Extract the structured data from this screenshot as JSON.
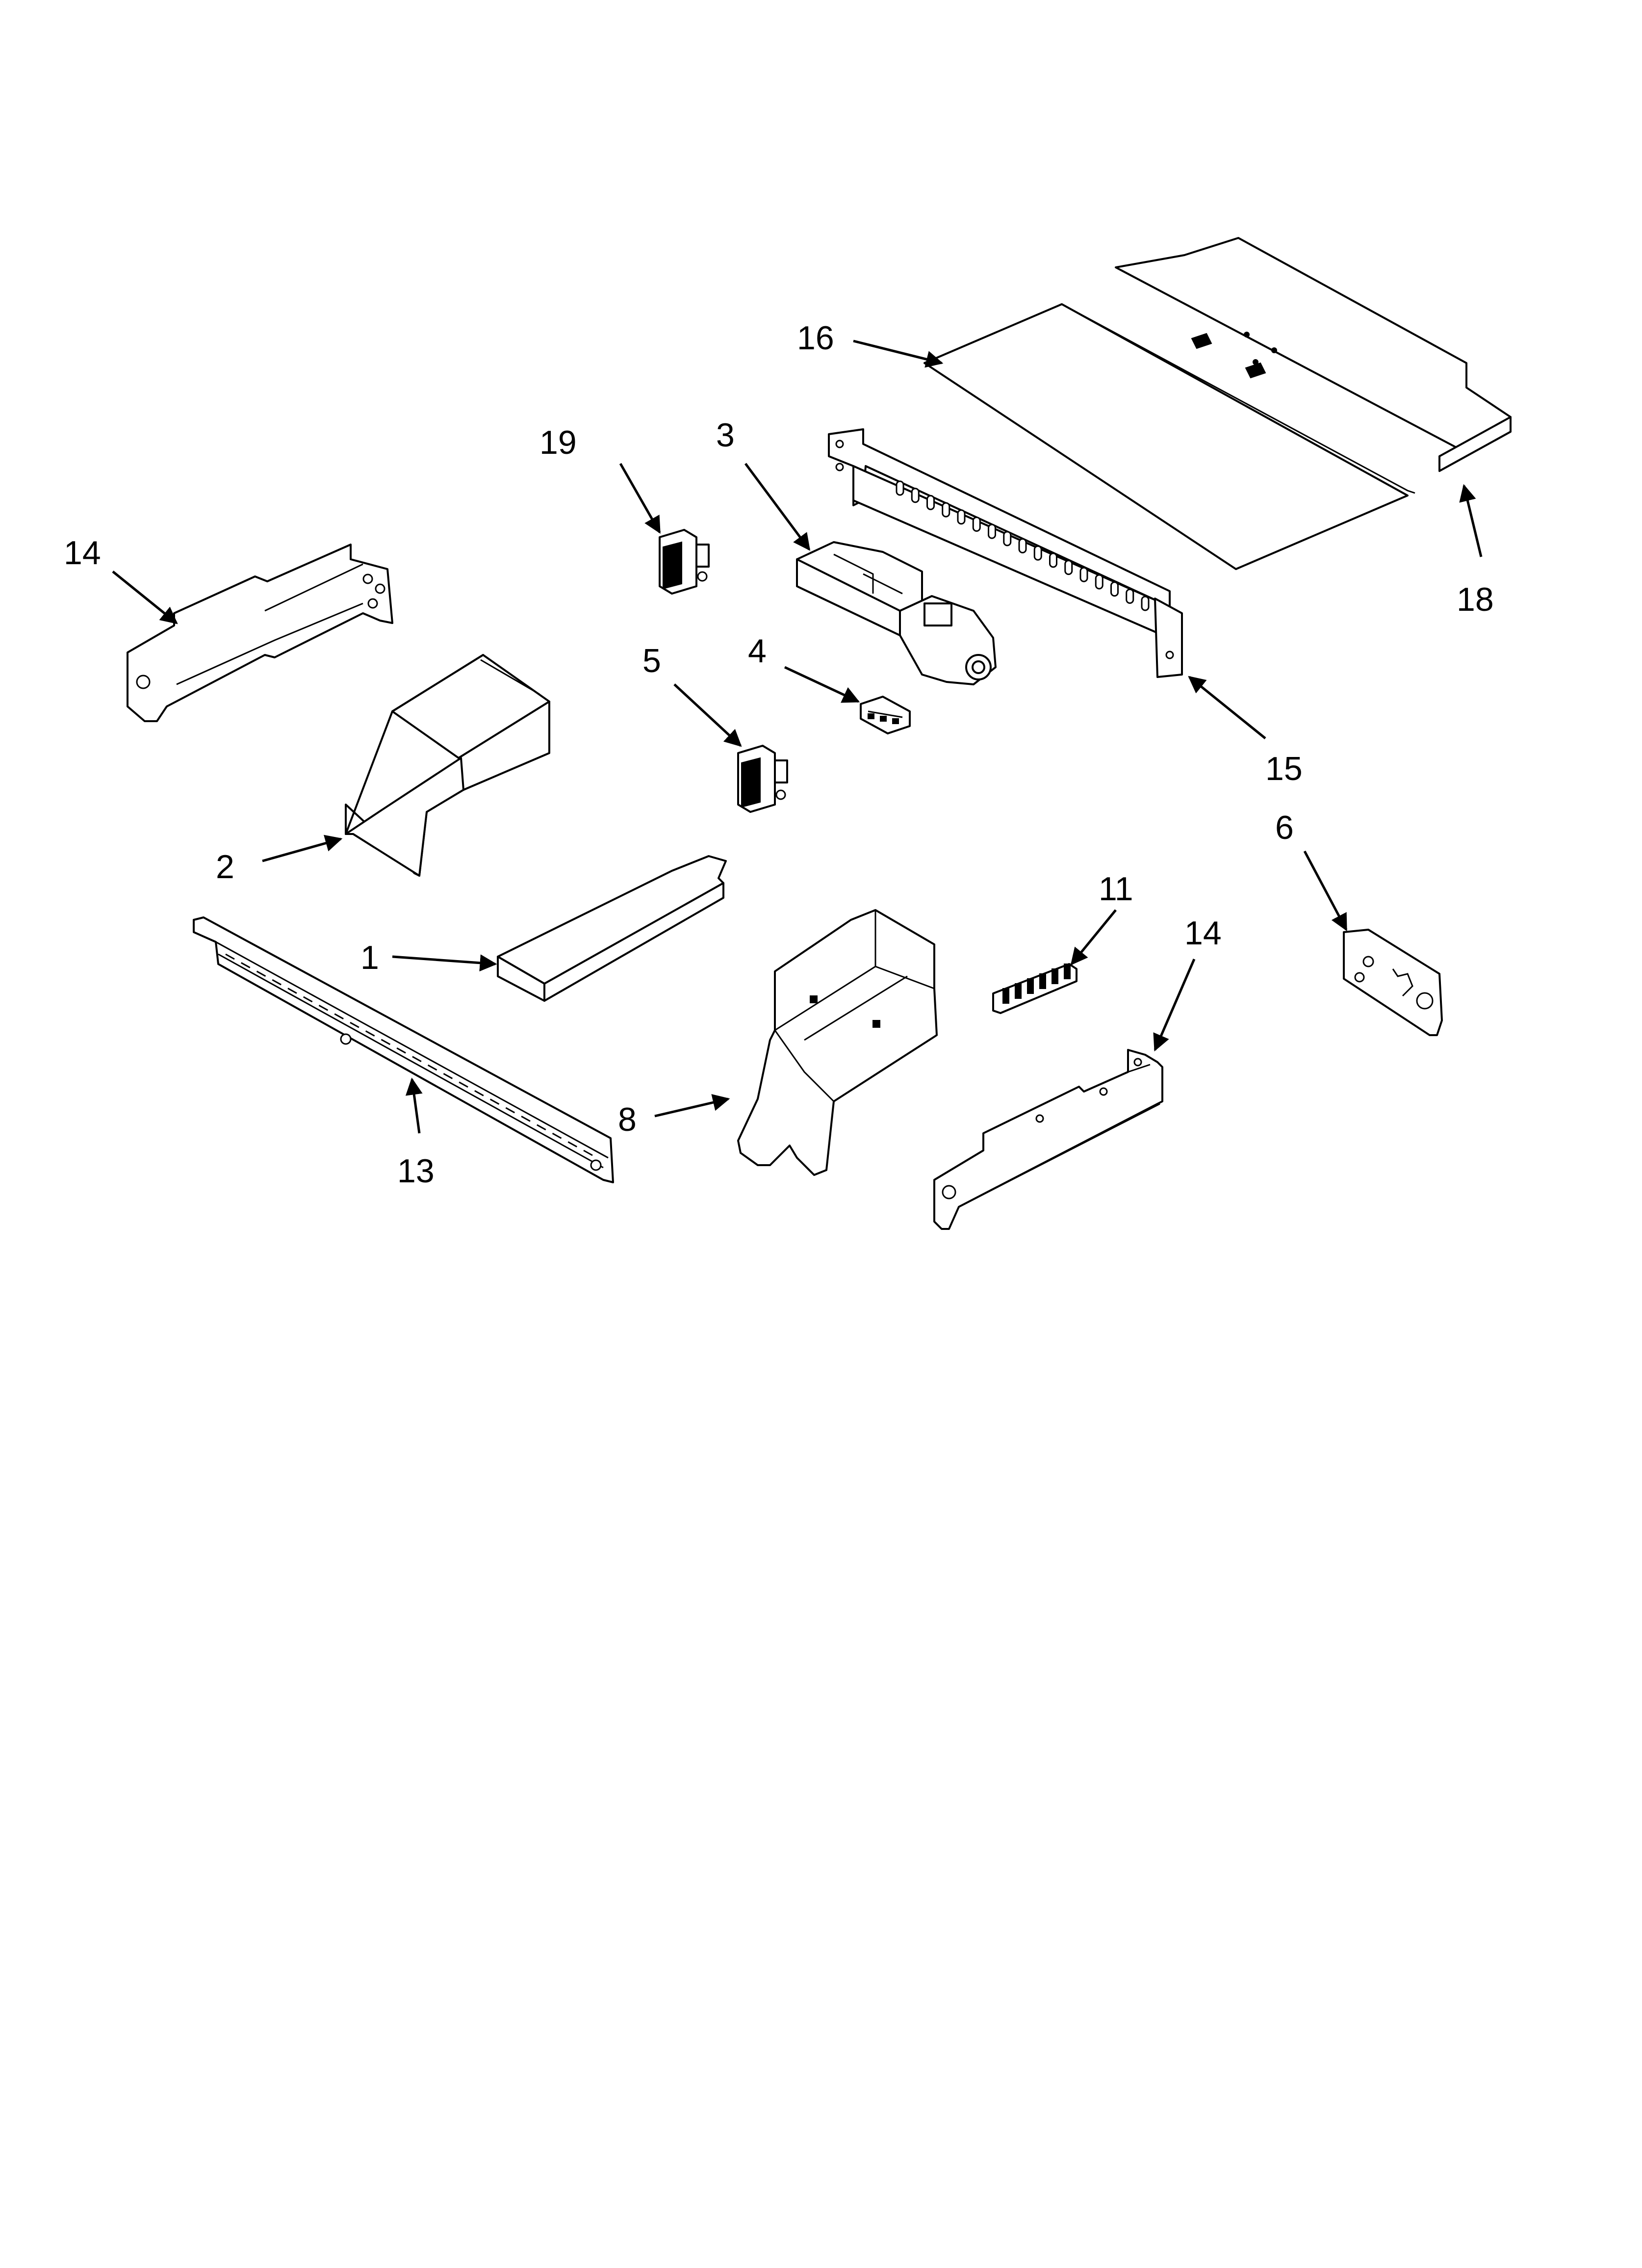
{
  "callouts": [
    {
      "id": "c16",
      "label": "16"
    },
    {
      "id": "c19",
      "label": "19"
    },
    {
      "id": "c3",
      "label": "3"
    },
    {
      "id": "c14a",
      "label": "14"
    },
    {
      "id": "c18",
      "label": "18"
    },
    {
      "id": "c5",
      "label": "5"
    },
    {
      "id": "c4",
      "label": "4"
    },
    {
      "id": "c15",
      "label": "15"
    },
    {
      "id": "c2",
      "label": "2"
    },
    {
      "id": "c6",
      "label": "6"
    },
    {
      "id": "c11",
      "label": "11"
    },
    {
      "id": "c14b",
      "label": "14"
    },
    {
      "id": "c1",
      "label": "1"
    },
    {
      "id": "c8",
      "label": "8"
    },
    {
      "id": "c13",
      "label": "13"
    }
  ]
}
